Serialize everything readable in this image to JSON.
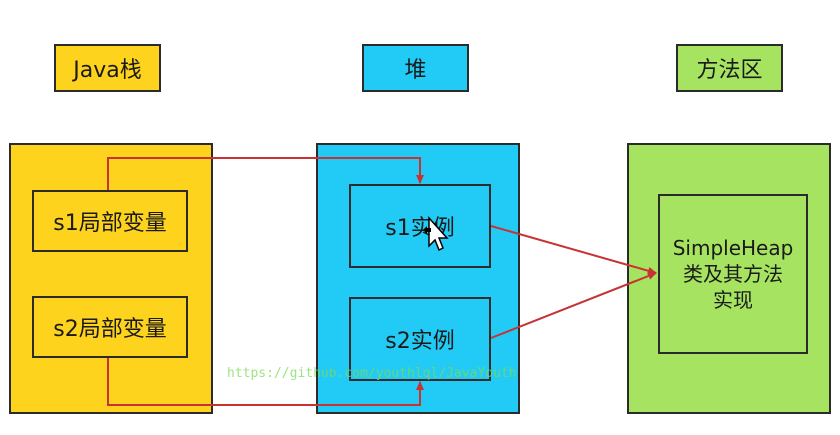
{
  "headers": {
    "stack": "Java栈",
    "heap": "堆",
    "method_area": "方法区"
  },
  "stack": {
    "var1": "s1局部变量",
    "var2": "s2局部变量"
  },
  "heap": {
    "instance1": "s1实例",
    "instance2": "s2实例"
  },
  "method_area": {
    "line1": "SimpleHeap",
    "line2": "类及其方法",
    "line3": "实现"
  },
  "watermark": "https://github.com/youthlql/JavaYouth",
  "colors": {
    "stack": "#fdd31d",
    "heap": "#22cbf5",
    "method_area": "#a6e361",
    "arrow": "#c83232"
  }
}
